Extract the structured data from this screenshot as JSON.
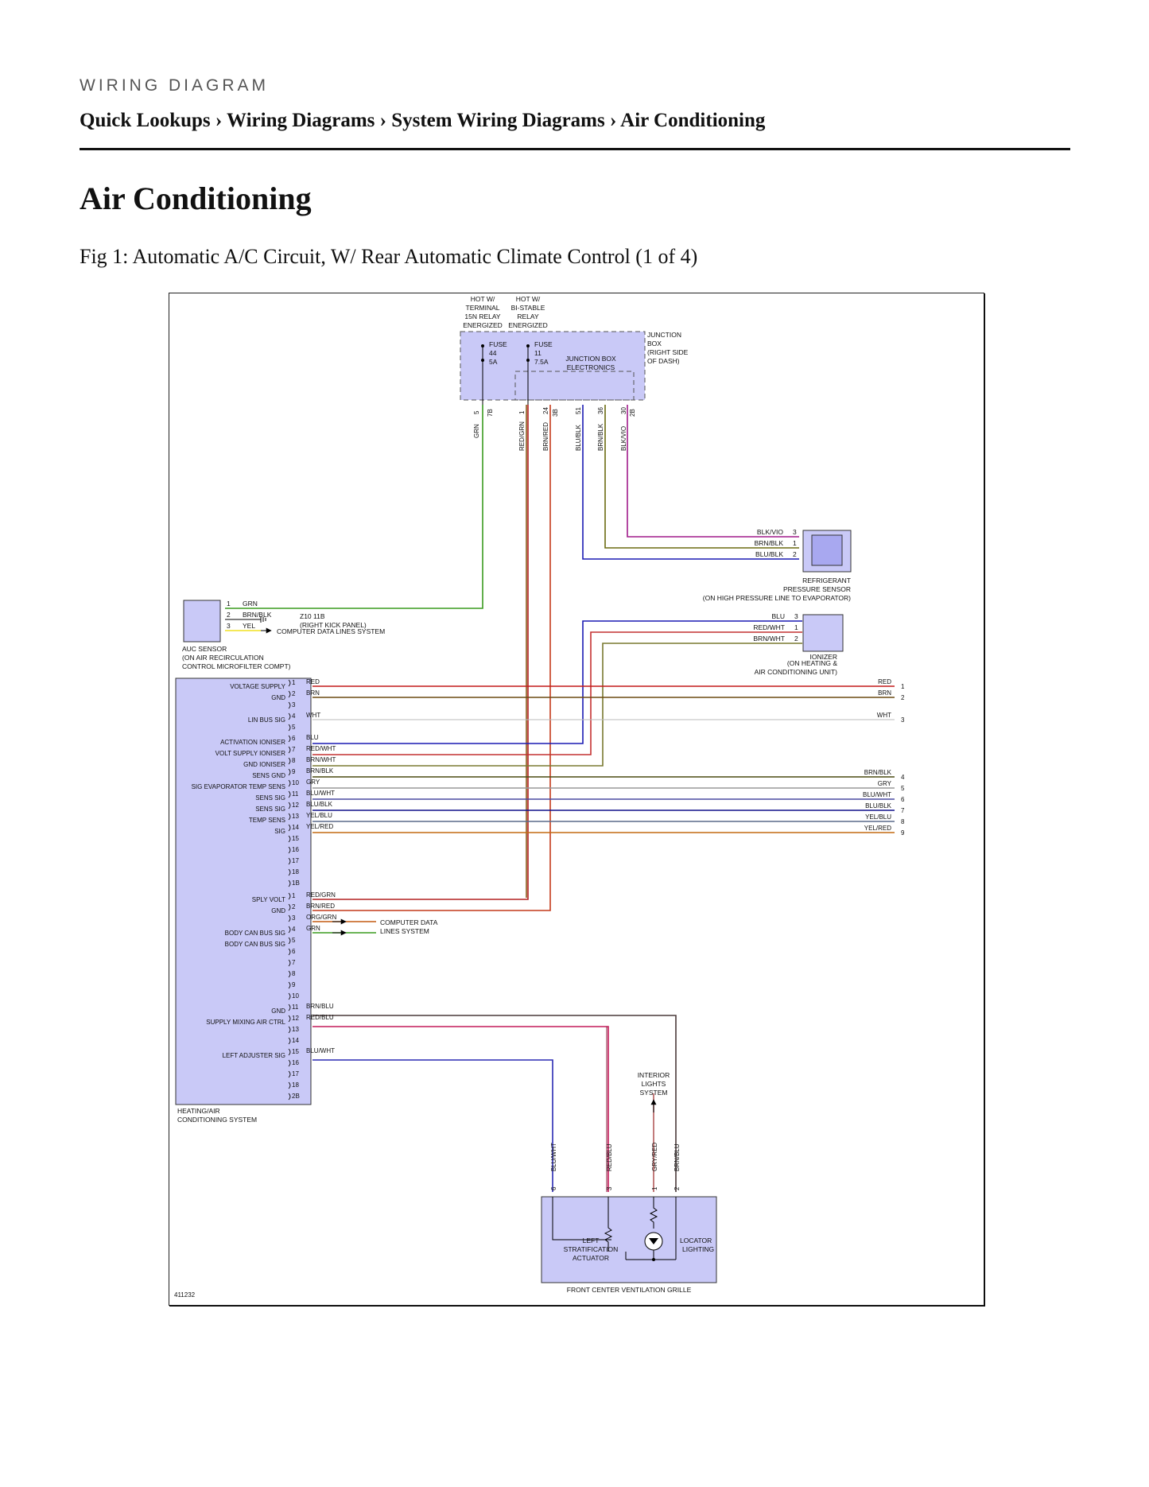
{
  "header": {
    "kicker": "WIRING DIAGRAM",
    "breadcrumb": "Quick Lookups › Wiring Diagrams › System Wiring Diagrams › Air Conditioning",
    "title": "Air Conditioning",
    "caption": "Fig 1: Automatic A/C Circuit, W/ Rear Automatic Climate Control (1 of 4)"
  },
  "diagram": {
    "figure_id": "411232",
    "hot1": [
      "HOT W/",
      "TERMINAL",
      "15N RELAY",
      "ENERGIZED"
    ],
    "hot2": [
      "HOT W/",
      "BI-STABLE",
      "RELAY",
      "ENERGIZED"
    ],
    "junction_box": [
      "JUNCTION",
      "BOX",
      "(RIGHT SIDE",
      "OF DASH)"
    ],
    "jb_electronics": [
      "JUNCTION BOX",
      "ELECTRONICS"
    ],
    "fuse44": [
      "FUSE",
      "44",
      "5A"
    ],
    "fuse11": [
      "FUSE",
      "11",
      "7.5A"
    ],
    "jb_pins": [
      "5",
      "7B",
      "1",
      "24",
      "3B",
      "51",
      "36",
      "30",
      "2B"
    ],
    "jb_wires": [
      "GRN",
      "RED/GRN",
      "BRN/RED",
      "BLU/BLK",
      "BRN/BLK",
      "BLK/VIO"
    ],
    "ref_sensor": {
      "label": [
        "REFRIGERANT",
        "PRESSURE SENSOR",
        "(ON HIGH PRESSURE LINE TO EVAPORATOR)"
      ],
      "wires": [
        "BLK/VIO",
        "BRN/BLK",
        "BLU/BLK"
      ],
      "pins": [
        "3",
        "1",
        "2"
      ]
    },
    "auc_sensor": {
      "label": [
        "AUC SENSOR",
        "(ON AIR RECIRCULATION",
        "CONTROL MICROFILTER COMPT)"
      ],
      "pins": [
        "1",
        "2",
        "3"
      ],
      "wires": [
        "GRN",
        "BRN/BLK",
        "YEL"
      ],
      "ground": [
        "Z10 11B",
        "(RIGHT KICK PANEL)"
      ],
      "cdl": "COMPUTER DATA LINES SYSTEM"
    },
    "ionizer": {
      "label": [
        "IONIZER",
        "(ON HEATING &",
        "AIR CONDITIONING UNIT)"
      ],
      "wires": [
        "BLU",
        "RED/WHT",
        "BRN/WHT"
      ],
      "pins": [
        "3",
        "1",
        "2"
      ]
    },
    "hvac": {
      "label": [
        "HEATING/AIR",
        "CONDITIONING SYSTEM"
      ],
      "c1_names": [
        "VOLTAGE SUPPLY",
        "GND",
        "",
        "LIN BUS SIG",
        "",
        "ACTIVATION IONISER",
        "VOLT SUPPLY IONISER",
        "GND IONISER",
        "SENS GND",
        "SIG EVAPORATOR TEMP SENS",
        "SENS SIG",
        "SENS SIG",
        "TEMP SENS",
        "SIG",
        "",
        "",
        "",
        "",
        ""
      ],
      "c1_pins": [
        "1",
        "2",
        "3",
        "4",
        "5",
        "6",
        "7",
        "8",
        "9",
        "10",
        "11",
        "12",
        "13",
        "14",
        "15",
        "16",
        "17",
        "18",
        "1B"
      ],
      "c1_wires": [
        "RED",
        "BRN",
        "",
        "WHT",
        "",
        "BLU",
        "RED/WHT",
        "BRN/WHT",
        "BRN/BLK",
        "GRY",
        "BLU/WHT",
        "BLU/BLK",
        "YEL/BLU",
        "YEL/RED",
        "",
        "",
        "",
        "",
        ""
      ],
      "c2_names": [
        "SPLY VOLT",
        "GND",
        "",
        "BODY CAN BUS SIG",
        "BODY CAN BUS SIG",
        "",
        "",
        "",
        "",
        "",
        "GND",
        "SUPPLY MIXING AIR CTRL",
        "",
        "",
        "LEFT ADJUSTER SIG",
        "",
        "",
        "",
        ""
      ],
      "c2_pins": [
        "1",
        "2",
        "3",
        "4",
        "5",
        "6",
        "7",
        "8",
        "9",
        "10",
        "11",
        "12",
        "13",
        "14",
        "15",
        "16",
        "17",
        "18",
        "2B"
      ],
      "c2_wires": [
        "RED/GRN",
        "BRN/RED",
        "ORG/GRN",
        "GRN",
        "",
        "",
        "",
        "",
        "",
        "",
        "BRN/BLU",
        "RED/BLU",
        "",
        "",
        "BLU/WHT",
        "",
        "",
        "",
        ""
      ],
      "cdl": [
        "COMPUTER DATA",
        "LINES SYSTEM"
      ]
    },
    "right_wires": [
      {
        "label": "RED",
        "pin": "1"
      },
      {
        "label": "BRN",
        "pin": "2"
      },
      {
        "label": "WHT",
        "pin": "3"
      },
      {
        "label": "BRN/BLK",
        "pin": "4"
      },
      {
        "label": "GRY",
        "pin": "5"
      },
      {
        "label": "BLU/WHT",
        "pin": "6"
      },
      {
        "label": "BLU/BLK",
        "pin": "7"
      },
      {
        "label": "YEL/BLU",
        "pin": "8"
      },
      {
        "label": "YEL/RED",
        "pin": "9"
      }
    ],
    "interior_lights": [
      "INTERIOR",
      "LIGHTS",
      "SYSTEM"
    ],
    "grille": {
      "label": "FRONT CENTER VENTILATION GRILLE",
      "wires": [
        "BLU/WHT",
        "RED/BLU",
        "GRY/RED",
        "BRN/BLU"
      ],
      "pins": [
        "6",
        "3",
        "1",
        "2"
      ],
      "actuator": [
        "LEFT",
        "STRATIFICATION",
        "ACTUATOR"
      ],
      "locator": [
        "LOCATOR",
        "LIGHTING"
      ]
    }
  }
}
